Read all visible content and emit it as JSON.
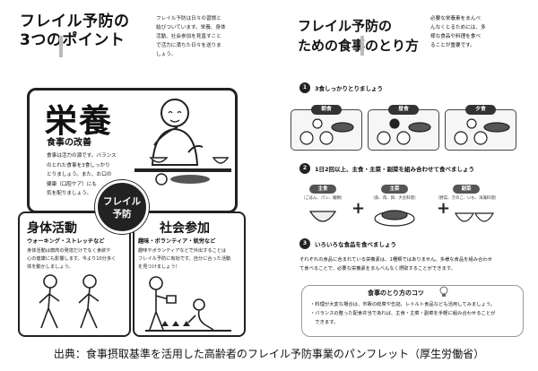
{
  "left": {
    "title_line1": "フレイル予防の",
    "title_line2": "3つのポイント",
    "intro": [
      "フレイル予防は日々の習慣と",
      "結びついています。栄養、身体",
      "活動、社会参加を見直すこと",
      "で活力に満ちた日々を送りま",
      "しょう。"
    ],
    "nutrition": {
      "title": "栄養",
      "subtitle": "食事の改善",
      "text": [
        "食事は活力の源です。バランス",
        "のとれた食事を3食しっかり",
        "とりましょう。また、お口の",
        "健康（口腔ケア）にも",
        "気を配りましょう。"
      ]
    },
    "center_badge": {
      "line1": "フレイル",
      "line2": "予防"
    },
    "physical": {
      "title": "身体活動",
      "subtitle": "ウォーキング・ストレッチなど",
      "text": [
        "身体活動は筋肉の発達だけでなく食欲や",
        "心の健康にも影響します。今より10分多く",
        "体を動かしましょう。"
      ]
    },
    "social": {
      "title": "社会参加",
      "subtitle": "趣味・ボランティア・就労など",
      "text": [
        "趣味やボランティアなどで外出することは",
        "フレイル予防に有効です。自分に合った活動",
        "を見つけましょう！"
      ]
    }
  },
  "right": {
    "title_line1": "フレイル予防の",
    "title_line2": "ための食事のとり方",
    "intro": [
      "必要な栄養素をまんべ",
      "んなくとるためには、多",
      "様な食品や料理を食べ",
      "ることが重要です。"
    ],
    "point1": {
      "badge": "1",
      "text": "3食しっかりとりましょう"
    },
    "meals": [
      "朝食",
      "昼食",
      "夕食"
    ],
    "point2": {
      "badge": "2",
      "text": "1日2回以上、主食・主菜・副菜を組み合わせて食べましょう"
    },
    "dishes": [
      {
        "label": "主食",
        "sub": "（ごはん、パン、麺類）"
      },
      {
        "label": "主菜",
        "sub": "（魚、肉、卵、大豆料理）"
      },
      {
        "label": "副菜",
        "sub": "（野菜、きのこ、いも、海藻料理）"
      }
    ],
    "point3": {
      "badge": "3",
      "text": "いろいろな食品を食べましょう"
    },
    "variety_text": [
      "それぞれの食品に含まれている栄養素は、1種類ではありません。多様な食品を組み合わせ",
      "て食べることで、必要な栄養素をまんべんなく摂取することができます。"
    ],
    "tips": {
      "title": "食事のとり方のコツ",
      "lines": [
        "・料理が大変な場合は、市販の総菜や缶詰、レトルト食品なども活用してみましょう。",
        "・バランスの整った配食弁当であれば、主食・主菜・副菜を手軽に組み合わせることが",
        "　できます。"
      ]
    }
  },
  "caption": "出典：食事摂取基準を活用した高齢者のフレイル予防事業のパンフレット（厚生労働省）"
}
